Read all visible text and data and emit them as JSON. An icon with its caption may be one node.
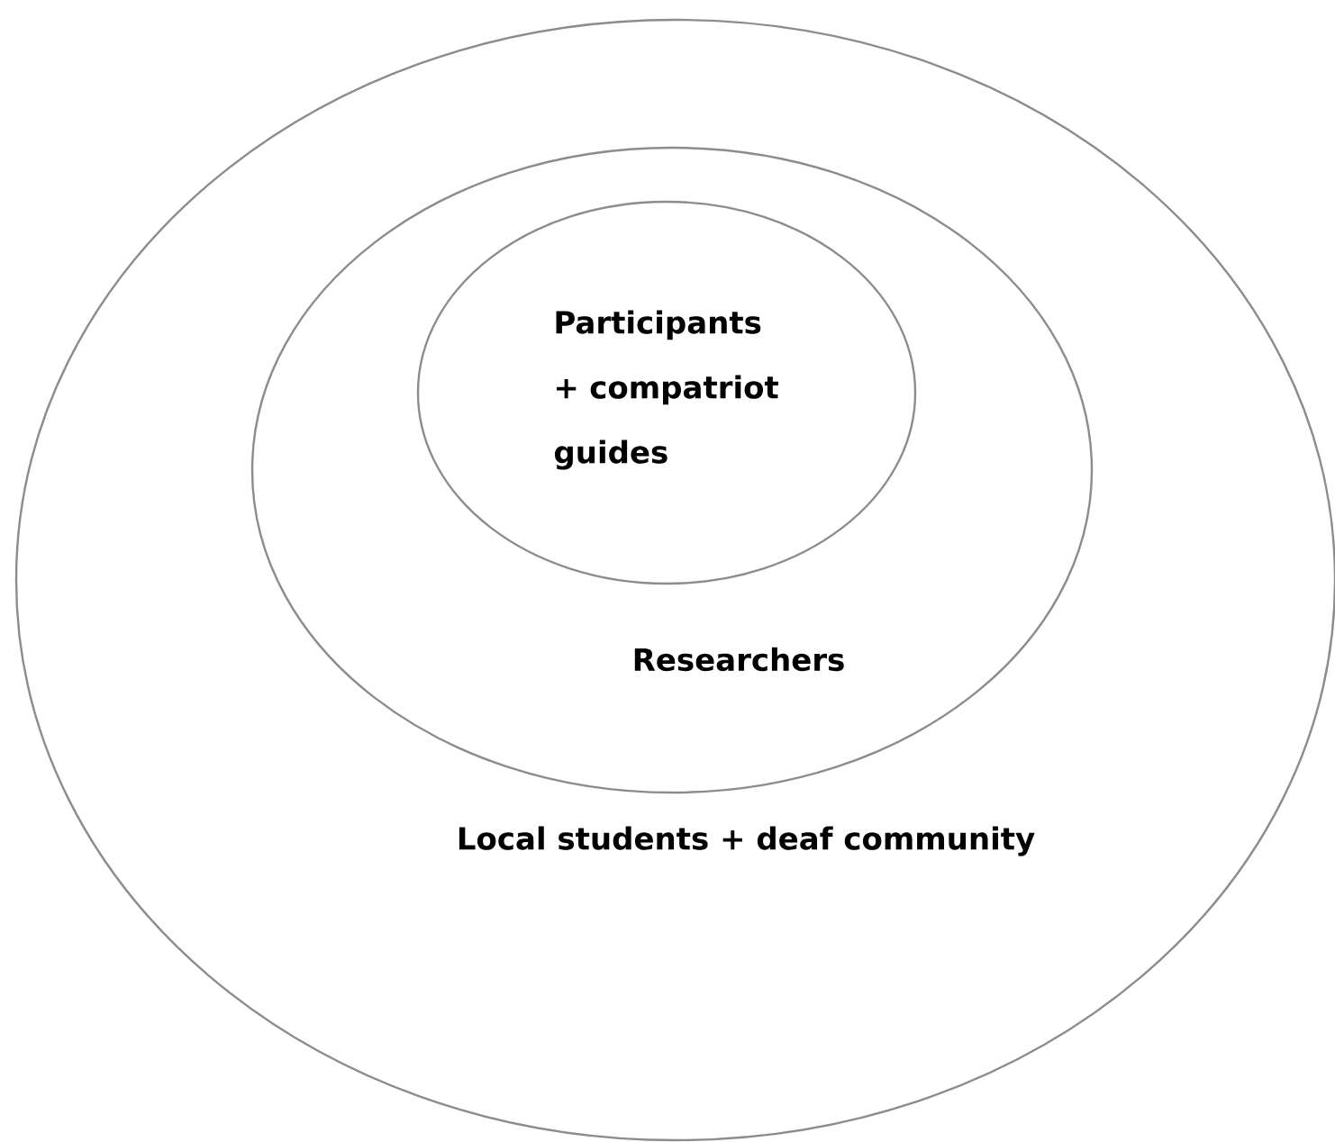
{
  "diagram": {
    "nodes": [
      {
        "text": [
          "Local students + deaf community"
        ]
      },
      {
        "text": [
          "Researchers"
        ],
        "in": 0
      },
      {
        "text": [
          "Participants + compatriot guides"
        ],
        "in": 1
      }
    ]
  }
}
